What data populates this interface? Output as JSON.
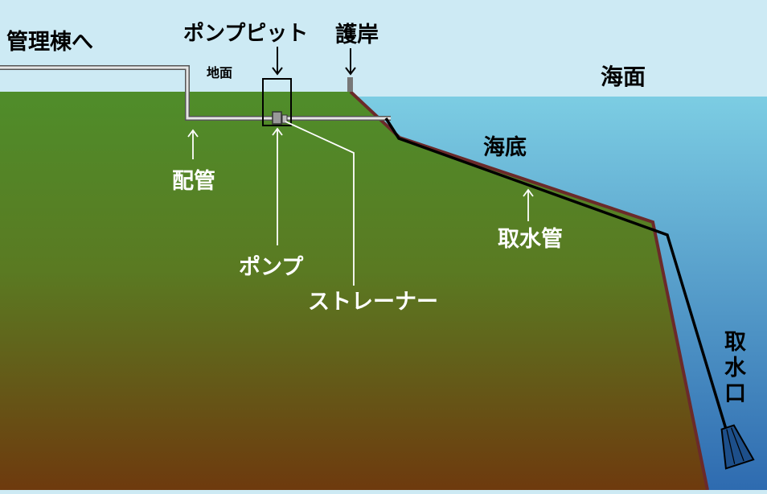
{
  "labels": {
    "to_admin_building": "管理棟へ",
    "pump_pit": "ポンプピット",
    "seawall": "護岸",
    "ground_surface": "地面",
    "sea_surface": "海面",
    "sea_floor": "海底",
    "piping": "配管",
    "pump": "ポンプ",
    "strainer": "ストレーナー",
    "intake_pipe": "取水管",
    "intake_port": [
      "取",
      "水",
      "口"
    ]
  },
  "colors": {
    "sky": "#cdeaf4",
    "sea_top": "#7ccde3",
    "sea_bottom": "#2e6bb0",
    "land_top": "#4f8d2a",
    "land_bottom": "#6e3a0e",
    "seabed_line": "#6b2a2a",
    "pipe": "#c8c8c8",
    "intake_pipe": "#000000"
  }
}
